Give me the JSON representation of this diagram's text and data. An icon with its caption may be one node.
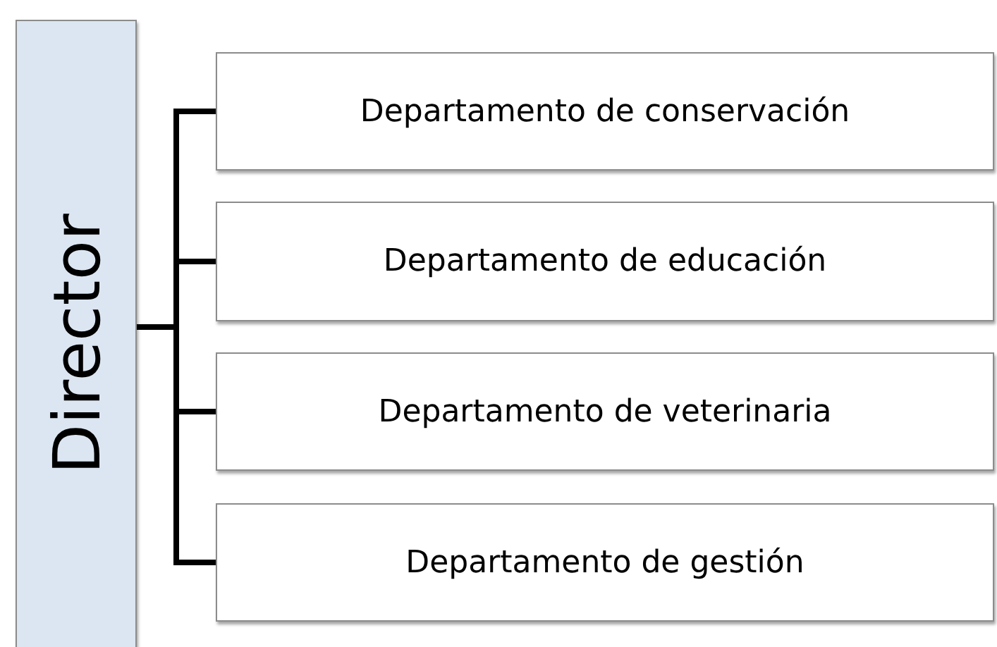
{
  "diagram": {
    "nodes": [
      {
        "text": [
          "Director"
        ]
      },
      {
        "text": [
          "Departamento de conservación"
        ]
      },
      {
        "text": [
          "Departamento de educación"
        ]
      },
      {
        "text": [
          "Departamento de veterinaria"
        ]
      },
      {
        "text": [
          "Departamento de gestión"
        ]
      }
    ],
    "edges": [
      {
        "from": 0,
        "to": 1,
        "arrow": "none"
      },
      {
        "from": 0,
        "to": 2,
        "arrow": "none"
      },
      {
        "from": 0,
        "to": 3,
        "arrow": "none"
      },
      {
        "from": 0,
        "to": 4,
        "arrow": "none"
      }
    ]
  }
}
